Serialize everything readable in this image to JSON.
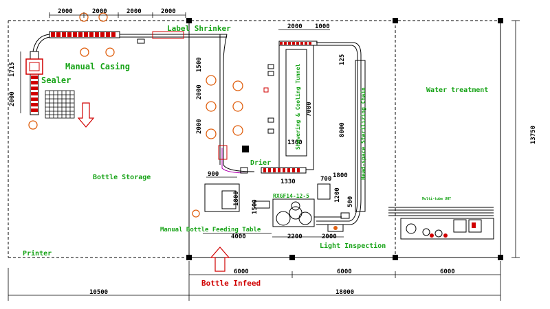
{
  "areas": {
    "label_shrinker": "Label Shrinker",
    "manual_casing": "Manual Casing",
    "sealer": "Sealer",
    "bottle_storage": "Bottle Storage",
    "printer": "Printer",
    "water_treatment": "Water treatment",
    "drier": "Drier",
    "showering_cooling_tunnel": "Showering & Cooling Tunnel",
    "head_space_sterilizing_chain": "Head-space Sterilizing Chain",
    "machine_model": "RXGF14-12-5",
    "manual_bottle_feeding_table": "Manual Bottle Feeding Table",
    "light_inspection": "Light Inspection",
    "bottle_infeed": "Bottle Infeed",
    "multi_tube_label": "Multi-tube UHT"
  },
  "dimensions": {
    "top_row": [
      "2000",
      "2000",
      "2000",
      "2000"
    ],
    "left_1715": "1715",
    "left_2000": "2000",
    "tunnel_top": [
      "2000",
      "1000"
    ],
    "col_1500": "1500",
    "col_2000a": "2000",
    "col_2000b": "2000",
    "tunnel_7000": "7000",
    "tunnel_1300": "1300",
    "chain_125": "125",
    "chain_8000": "8000",
    "d_900": "900",
    "d_1800": "1800",
    "d_1330": "1330",
    "d_700": "700",
    "d_1800b": "1800",
    "d_1200": "1200",
    "d_500": "500",
    "d_1500": "1500",
    "d_4000": "4000",
    "d_2200": "2200",
    "d_2000": "2000",
    "right_13750": "13750",
    "bottom_6000": [
      "6000",
      "6000",
      "6000"
    ],
    "bottom_10500": "10500",
    "bottom_18000": "18000"
  },
  "colors": {
    "green": "#17a317",
    "red": "#d00000",
    "orange": "#e06010",
    "purple": "#b000b0",
    "black": "#000000"
  }
}
